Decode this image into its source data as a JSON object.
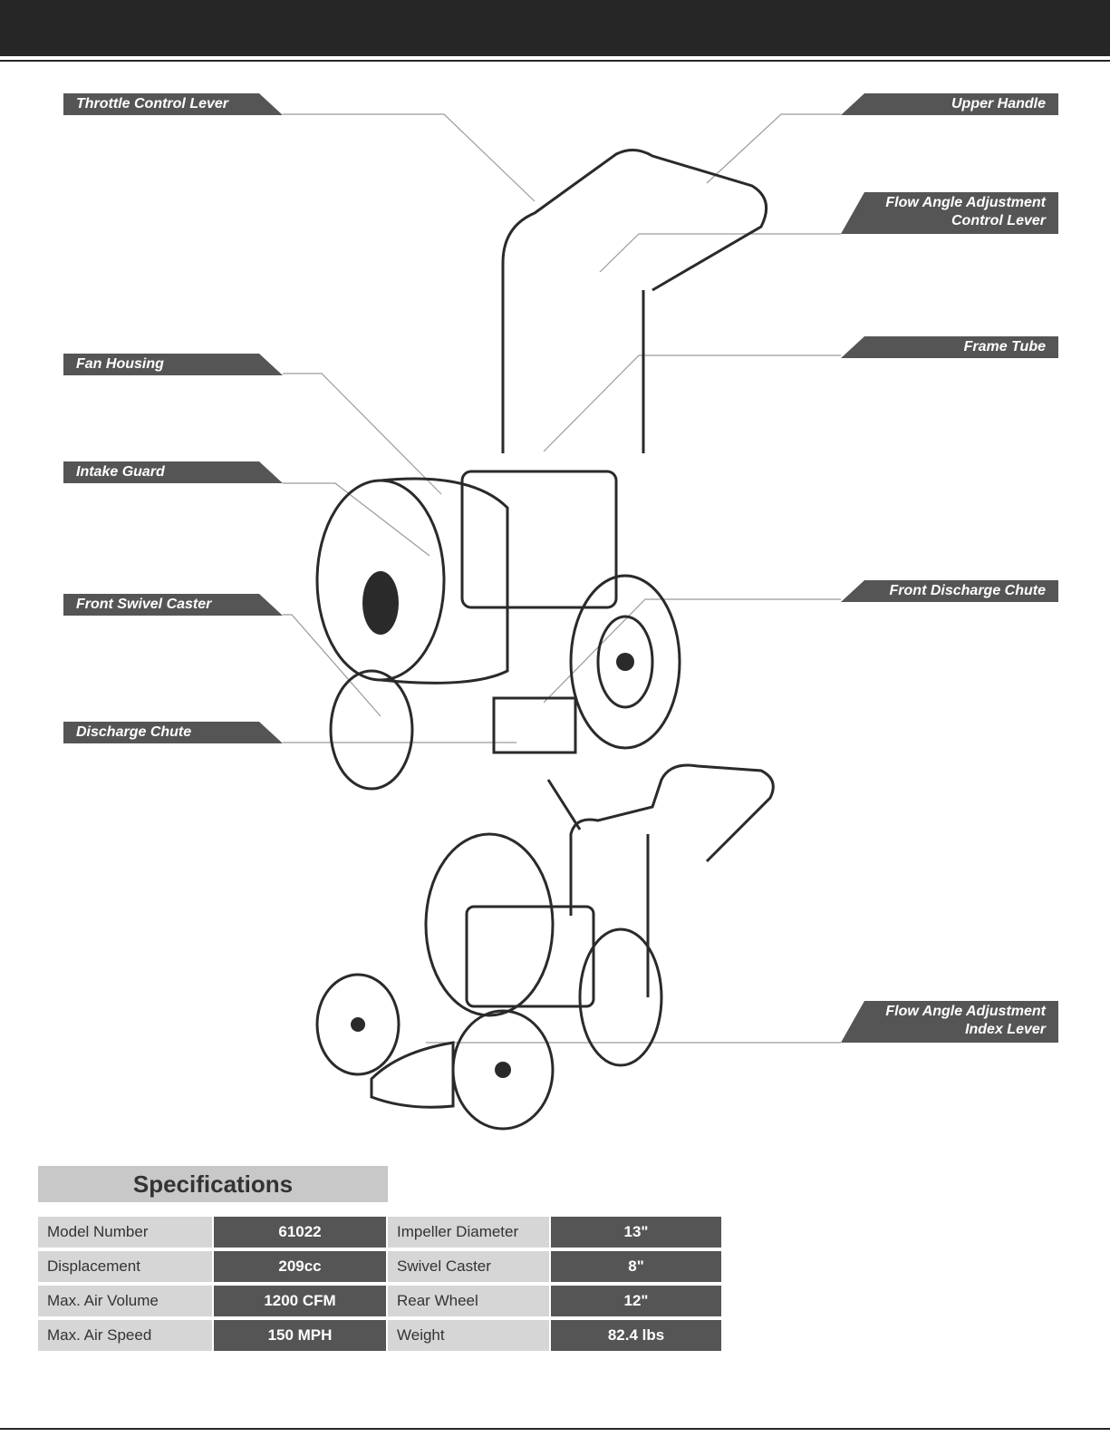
{
  "callouts": {
    "throttle": "Throttle Control Lever",
    "upper_handle": "Upper Handle",
    "flow_control_line1": "Flow Angle Adjustment",
    "flow_control_line2": "Control Lever",
    "fan_housing": "Fan Housing",
    "frame_tube": "Frame Tube",
    "intake_guard": "Intake Guard",
    "front_swivel_caster": "Front Swivel Caster",
    "front_discharge_chute": "Front Discharge Chute",
    "discharge_chute": "Discharge Chute",
    "flow_index_line1": "Flow Angle Adjustment",
    "flow_index_line2": "Index Lever"
  },
  "specifications": {
    "title": "Specifications",
    "left": [
      {
        "label": "Model Number",
        "value": "61022"
      },
      {
        "label": "Displacement",
        "value": "209cc"
      },
      {
        "label": "Max. Air Volume",
        "value": "1200 CFM"
      },
      {
        "label": "Max. Air Speed",
        "value": "150 MPH"
      }
    ],
    "right": [
      {
        "label": "Impeller Diameter",
        "value": "13\""
      },
      {
        "label": "Swivel Caster",
        "value": "8\""
      },
      {
        "label": "Rear Wheel",
        "value": "12\""
      },
      {
        "label": "Weight",
        "value": "82.4 lbs"
      }
    ]
  }
}
